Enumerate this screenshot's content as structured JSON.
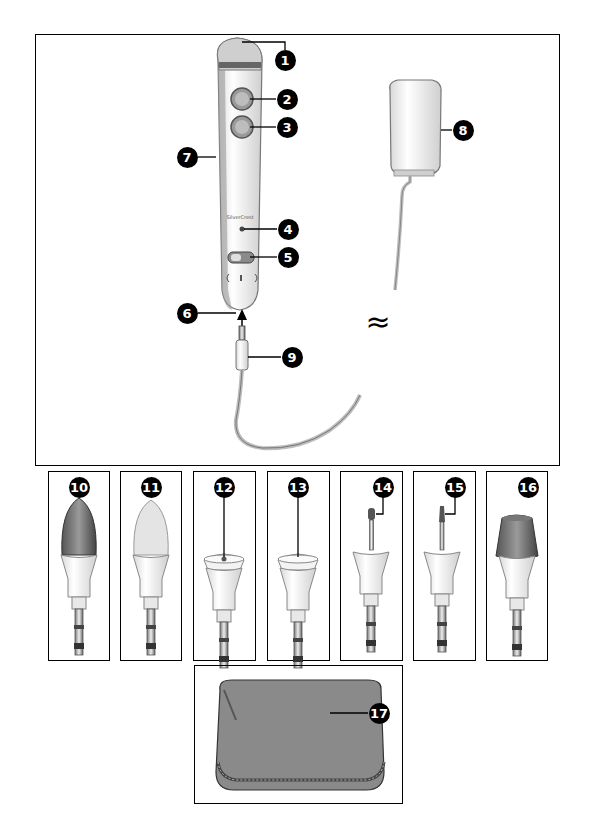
{
  "diagram": {
    "labels": [
      "1",
      "2",
      "3",
      "4",
      "5",
      "6",
      "7",
      "8",
      "9",
      "10",
      "11",
      "12",
      "13",
      "14",
      "15",
      "16",
      "17",
      "≈",
      "SilverCrest"
    ]
  }
}
